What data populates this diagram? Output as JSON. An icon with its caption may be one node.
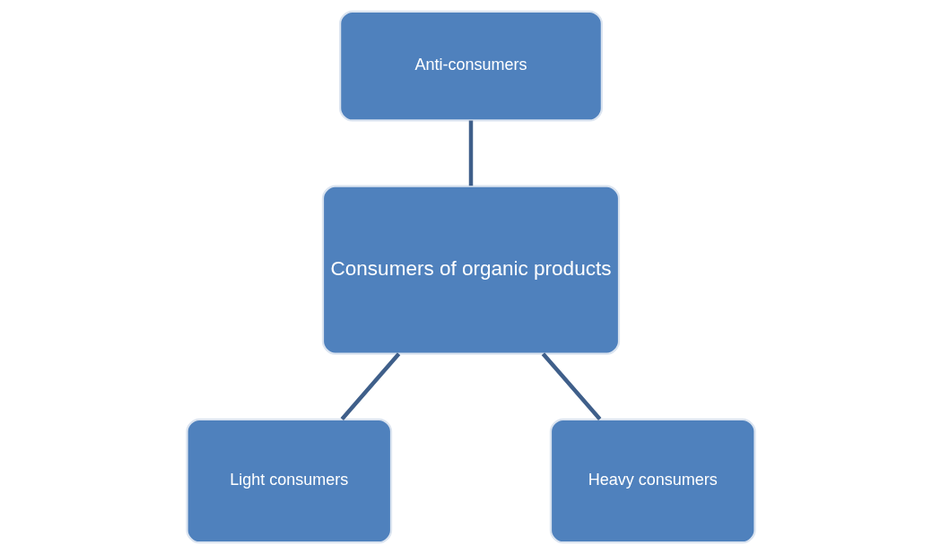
{
  "diagram": {
    "nodes": [
      {
        "text": [
          "Anti-consumers"
        ]
      },
      {
        "text": [
          "Consumers of organic products"
        ]
      },
      {
        "text": [
          "Light consumers"
        ]
      },
      {
        "text": [
          "Heavy consumers"
        ]
      }
    ],
    "edges": [
      {
        "from": 0,
        "to": 1,
        "arrow": "none"
      },
      {
        "from": 1,
        "to": 2,
        "arrow": "none"
      },
      {
        "from": 1,
        "to": 3,
        "arrow": "none"
      }
    ]
  }
}
